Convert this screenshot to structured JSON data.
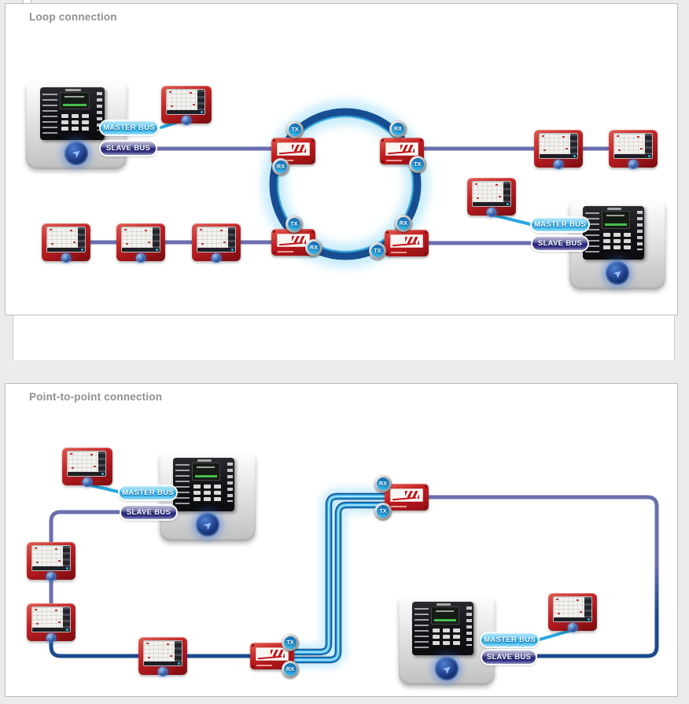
{
  "sections": [
    {
      "title": "Loop connection"
    },
    {
      "title": "Point-to-point connection"
    }
  ],
  "labels": {
    "master_bus": "MASTER BUS",
    "slave_bus": "SLAVE BUS",
    "tx": "TX",
    "rx": "RX"
  },
  "icons": {
    "panel-logo-icon": "➤"
  },
  "colors": {
    "master_bus_line": "#29a8e0",
    "slave_bus_line": "#6b6eae",
    "slave_bus_dark_line": "#1c4a8e",
    "optical_ring": "#174e92",
    "optical_fiber": "#2fa3e0",
    "optical_glow": "#bfe9fa",
    "device_red": "#c01b1f",
    "title_gray": "#8f8f8f"
  }
}
